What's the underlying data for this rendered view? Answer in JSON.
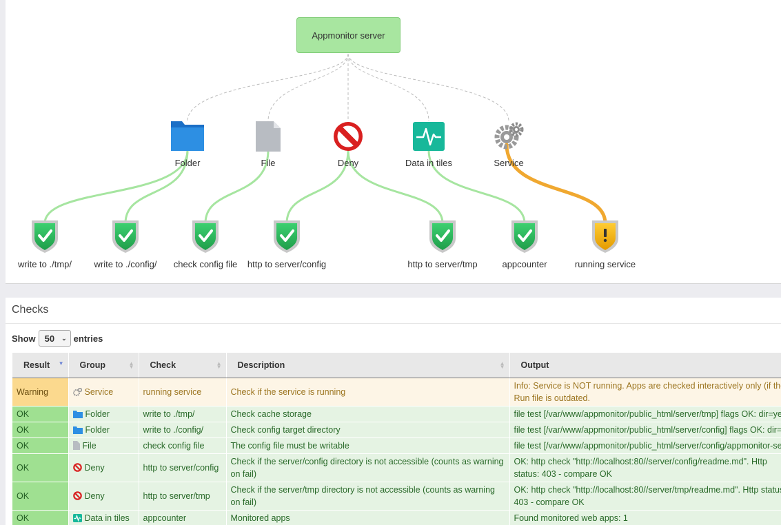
{
  "graph": {
    "server_label": "Appmonitor server",
    "groups": [
      {
        "label": "Folder",
        "icon": "folder-icon"
      },
      {
        "label": "File",
        "icon": "file-icon"
      },
      {
        "label": "Deny",
        "icon": "deny-icon"
      },
      {
        "label": "Data in tiles",
        "icon": "tiles-icon"
      },
      {
        "label": "Service",
        "icon": "gears-icon"
      }
    ],
    "checks": [
      {
        "label": "write to ./tmp/",
        "status": "ok"
      },
      {
        "label": "write to ./config/",
        "status": "ok"
      },
      {
        "label": "check config file",
        "status": "ok"
      },
      {
        "label": "http to server/config",
        "status": "ok"
      },
      {
        "label": "http to server/tmp",
        "status": "ok"
      },
      {
        "label": "appcounter",
        "status": "ok"
      },
      {
        "label": "running service",
        "status": "warning"
      }
    ],
    "colors": {
      "ok_edge": "#a6e5a0",
      "warning_edge": "#f0a830",
      "ok_shield": "#2ebd5f",
      "warning_shield": "#f3b613"
    }
  },
  "checks_panel": {
    "title": "Checks",
    "show_label": "Show",
    "entries_value": "50",
    "entries_label": "entries",
    "columns": [
      "Result",
      "Group",
      "Check",
      "Description",
      "Output"
    ],
    "rows": [
      {
        "result": "Warning",
        "group": "Service",
        "group_icon": "gears-icon",
        "check": "running service",
        "description": "Check if the service is running",
        "output": "Info: Service is NOT running. Apps are checked interactively only (if the Run file is outdated."
      },
      {
        "result": "OK",
        "group": "Folder",
        "group_icon": "folder-icon",
        "check": "write to ./tmp/",
        "description": "Check cache storage",
        "output": "file test [/var/www/appmonitor/public_html/server/tmp] flags OK: dir=yes"
      },
      {
        "result": "OK",
        "group": "Folder",
        "group_icon": "folder-icon",
        "check": "write to ./config/",
        "description": "Check config target directory",
        "output": "file test [/var/www/appmonitor/public_html/server/config] flags OK: dir=yes"
      },
      {
        "result": "OK",
        "group": "File",
        "group_icon": "file-icon",
        "check": "check config file",
        "description": "The config file must be writable",
        "output": "file test [/var/www/appmonitor/public_html/server/config/appmonitor-server"
      },
      {
        "result": "OK",
        "group": "Deny",
        "group_icon": "deny-icon",
        "check": "http to server/config",
        "description": "Check if the server/config directory is not accessible (counts as warning on fail)",
        "output": "OK: http check \"http://localhost:80//server/config/readme.md\". Http status: 403 - compare OK"
      },
      {
        "result": "OK",
        "group": "Deny",
        "group_icon": "deny-icon",
        "check": "http to server/tmp",
        "description": "Check if the server/tmp directory is not accessible (counts as warning on fail)",
        "output": "OK: http check \"http://localhost:80//server/tmp/readme.md\". Http status: 403 - compare OK"
      },
      {
        "result": "OK",
        "group": "Data in tiles",
        "group_icon": "tiles-icon",
        "check": "appcounter",
        "description": "Monitored apps",
        "output": "Found monitored web apps: 1"
      }
    ]
  }
}
